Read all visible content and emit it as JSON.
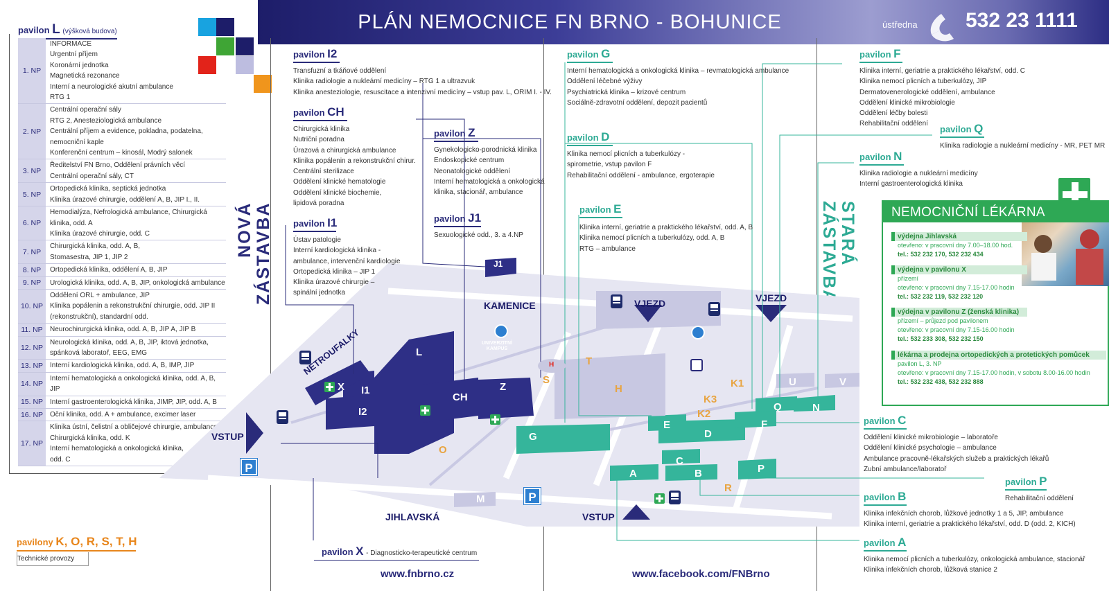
{
  "header": {
    "title": "PLÁN NEMOCNICE FN BRNO - BOHUNICE",
    "ustredna_label": "ústředna",
    "phone": "532 23 1111",
    "color": "#2a2b7a"
  },
  "pavilon_l": {
    "prefix": "pavilon",
    "letter": "L",
    "note": "(výšková budova)",
    "rows": [
      {
        "floor": "1. NP",
        "desc": "INFORMACE\nUrgentní příjem\nKoronární jednotka\nMagnetická rezonance\nInterní a neurologické akutní ambulance\nRTG 1"
      },
      {
        "floor": "2. NP",
        "desc": "Centrální operační sály\nRTG 2, Anesteziologická ambulance\nCentrální příjem a evidence, pokladna, podatelna,\nnemocniční kaple\nKonferenční centrum – kinosál, Modrý salonek"
      },
      {
        "floor": "3. NP",
        "desc": "Ředitelství FN Brno, Oddělení právních věcí\nCentrální operační sály, CT"
      },
      {
        "floor": "5. NP",
        "desc": "Ortopedická klinika, septická jednotka\nKlinika úrazové chirurgie, oddělení A, B, JIP I., II."
      },
      {
        "floor": "6. NP",
        "desc": "Hemodialýza, Nefrologická ambulance, Chirurgická\nklinika, odd. A\nKlinika úrazové chirurgie, odd. C"
      },
      {
        "floor": "7. NP",
        "desc": "Chirurgická klinika, odd. A, B,\nStomasestra, JIP 1, JIP 2"
      },
      {
        "floor": "8. NP",
        "desc": "Ortopedická klinika, oddělení A, B, JIP"
      },
      {
        "floor": "9. NP",
        "desc": "Urologická klinika, odd. A, B, JIP, onkologická ambulance"
      },
      {
        "floor": "10. NP",
        "desc": "Oddělení ORL + ambulance, JIP\nKlinika popálenin a rekonstrukční chirurgie, odd. JIP II\n(rekonstrukční), standardní odd."
      },
      {
        "floor": "11. NP",
        "desc": "Neurochirurgická klinika, odd. A, B, JIP A, JIP B"
      },
      {
        "floor": "12. NP",
        "desc": "Neurologická klinika, odd. A, B, JIP, iktová jednotka,\nspánková laboratoř, EEG, EMG"
      },
      {
        "floor": "13. NP",
        "desc": "Interní kardiologická klinika, odd. A, B, IMP, JIP"
      },
      {
        "floor": "14. NP",
        "desc": "Interní hematologická a onkologická klinika, odd. A, B, JIP"
      },
      {
        "floor": "15. NP",
        "desc": "Interní gastroenterologická klinika, JIMP, JIP, odd. A, B"
      },
      {
        "floor": "16. NP",
        "desc": "Oční klinika, odd. A + ambulance, excimer laser"
      },
      {
        "floor": "17. NP",
        "desc": "Klinika ústní, čelistní a obličejové chirurgie, ambulance\nChirurgická klinika, odd. K\nInterní hematologická a onkologická klinika,\nodd. C"
      }
    ]
  },
  "technicke": {
    "prefix": "pavilony",
    "letters": "K, O, R, S, T, H",
    "desc": "Technické provozy"
  },
  "pavilons": {
    "i2": {
      "prefix": "pavilon",
      "letter": "I2",
      "desc": "Transfuzní a tkáňové oddělení\nKlinika radiologie a nukleární medicíny – RTG 1 a ultrazvuk\nKlinika anesteziologie, resuscitace a intenzivní medicíny – vstup pav. L, ORIM I. - IV."
    },
    "ch": {
      "prefix": "pavilon",
      "letter": "CH",
      "desc": "Chirurgická klinika\nNutriční poradna\nÚrazová a chirurgická ambulance\nKlinika popálenin a rekonstrukční chirur.\nCentrální sterilizace\nOddělení klinické hematologie\nOddělení klinické biochemie,\nlipidová poradna"
    },
    "z": {
      "prefix": "pavilon",
      "letter": "Z",
      "desc": "Gynekologicko-porodnická klinika\nEndoskopické centrum\nNeonatologické oddělení\nInterní hematologická a onkologická\nklinika, stacionář, ambulance"
    },
    "j1": {
      "prefix": "pavilon",
      "letter": "J1",
      "desc": "Sexuologické odd., 3. a 4.NP"
    },
    "i1": {
      "prefix": "pavilon",
      "letter": "I1",
      "desc": "Ústav patologie\nInterní kardiologická klinika -\nambulance, intervenční kardiologie\nOrtopedická klinika – JIP 1\nKlinika úrazové chirurgie –\nspinální jednotka"
    },
    "g": {
      "prefix": "pavilon",
      "letter": "G",
      "desc": "Interní hematologická a onkologická klinika – revmatologická ambulance\nOddělení léčebné výživy\nPsychiatrická klinika – krizové centrum\nSociálně-zdravotní oddělení, depozit pacientů"
    },
    "d": {
      "prefix": "pavilon",
      "letter": "D",
      "desc": "Klinika nemocí plicních a tuberkulózy -\nspirometrie, vstup pavilon F\nRehabilitační oddělení - ambulance, ergoterapie"
    },
    "e": {
      "prefix": "pavilon",
      "letter": "E",
      "desc": "Klinika interní, geriatrie a praktického lékařství, odd. A, B\nKlinika nemocí plicních a tuberkulózy, odd. A, B\nRTG – ambulance"
    },
    "f": {
      "prefix": "pavilon",
      "letter": "F",
      "desc": "Klinika interní, geriatrie a praktického lékařství, odd. C\nKlinika nemocí plicních a tuberkulózy, JIP\nDermatovenerologické oddělení, ambulance\nOddělení klinické mikrobiologie\nOddělení léčby bolesti\nRehabilitační oddělení"
    },
    "q": {
      "prefix": "pavilon",
      "letter": "Q",
      "desc": "Klinika radiologie a nukleární medicíny - MR, PET MR"
    },
    "n": {
      "prefix": "pavilon",
      "letter": "N",
      "desc": "Klinika radiologie a nukleární medicíny\nInterní gastroenterologická klinika"
    },
    "c": {
      "prefix": "pavilon",
      "letter": "C",
      "desc": "Oddělení klinické mikrobiologie – laboratoře\nOddělení klinické psychologie – ambulance\nAmbulance pracovně-lékařských služeb a praktických lékařů\nZubní ambulance/laboratoř"
    },
    "p": {
      "prefix": "pavilon",
      "letter": "P",
      "desc": "Rehabilitační oddělení"
    },
    "b": {
      "prefix": "pavilon",
      "letter": "B",
      "desc": "Klinika infekčních chorob, lůžkové jednotky 1 a 5, JIP, ambulance\nKlinika interní, geriatrie a praktického lékařství, odd. D (odd. 2, KICH)"
    },
    "a": {
      "prefix": "pavilon",
      "letter": "A",
      "desc": "Klinika nemocí plicních a tuberkulózy, onkologická ambulance, stacionář\nKlinika infekčních chorob, lůžková stanice 2"
    },
    "x": {
      "prefix": "pavilon",
      "letter": "X",
      "desc": "- Diagnosticko-terapeutické centrum"
    }
  },
  "zones": {
    "nova": "NOVÁ\nZÁSTAVBA",
    "stara": "STARÁ\nZÁSTAVBA"
  },
  "map": {
    "kamenice": "KAMENICE",
    "netroufalky": "NETROUFALKY",
    "jihlavska": "JIHLAVSKÁ",
    "vjezd": "VJEZD",
    "vstup": "VSTUP",
    "parking": "P",
    "univ_kampus": "UNIVERZITNÍ\nKAMPUS",
    "heli": "H",
    "buildings": [
      "L",
      "CH",
      "Z",
      "I1",
      "I2",
      "X",
      "J1",
      "G",
      "E",
      "D",
      "F",
      "C",
      "A",
      "B",
      "P",
      "Q",
      "N",
      "U",
      "V",
      "M"
    ],
    "orange_buildings": [
      "T",
      "H",
      "S",
      "O",
      "K1",
      "K3",
      "K2",
      "R"
    ]
  },
  "lekarna": {
    "title": "NEMOCNIČNÍ LÉKÁRNA",
    "items": [
      {
        "head": "výdejna Jihlavská",
        "lines": "otevřeno: v pracovní dny 7.00–18.00 hod.",
        "tel": "tel.: 532 232 170, 532 232 434"
      },
      {
        "head": "výdejna v pavilonu X",
        "lines": "přízemí\notevřeno: v pracovní dny 7.15-17.00 hodin",
        "tel": "tel.: 532 232 119, 532 232 120"
      },
      {
        "head": "výdejna v pavilonu  Z (ženská klinika)",
        "lines": "přízemí – průjezd pod pavilonem\notevřeno: v pracovní dny 7.15-16.00 hodin",
        "tel": "tel.: 532 233 308, 532 232 150"
      },
      {
        "head": "lékárna a prodejna ortopedických a protetických pomůcek",
        "lines": "pavilon  L, 3. NP\notevřeno: v pracovní dny 7.15-17.00 hodin, v sobotu 8.00-16.00 hodin",
        "tel": "tel.: 532 232 438, 532 232 888"
      }
    ]
  },
  "footer": {
    "web": "www.fnbrno.cz",
    "facebook": "www.facebook.com/FNBrno"
  },
  "colors": {
    "dark_blue": "#2a2b7a",
    "teal": "#2daa94",
    "green": "#2ea855",
    "orange": "#e8861c",
    "map_light": "#d8d8ec"
  }
}
